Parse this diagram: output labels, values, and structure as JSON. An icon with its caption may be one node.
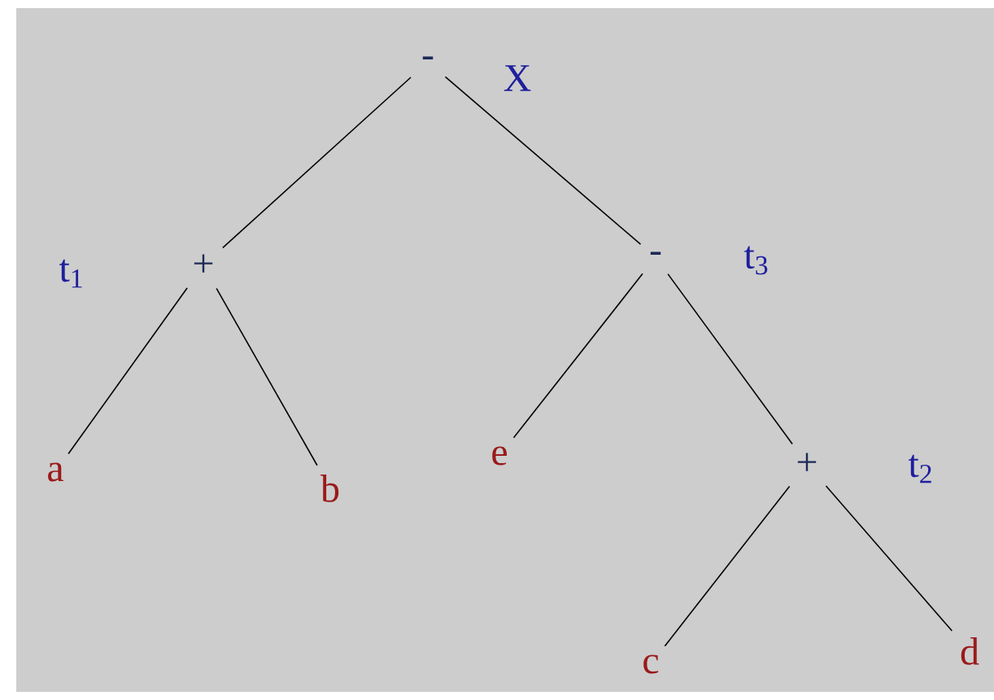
{
  "diagram": {
    "nodes": [
      {
        "text": [
          "-"
        ],
        "beside": [
          "X"
        ]
      },
      {
        "text": [
          "+"
        ],
        "beside": [
          "t$_{1}$"
        ]
      },
      {
        "text": [
          "-"
        ],
        "beside": [
          "t$_{3}$"
        ]
      },
      {
        "text": [
          "a"
        ]
      },
      {
        "text": [
          "b"
        ]
      },
      {
        "text": [
          "e"
        ]
      },
      {
        "text": [
          "+"
        ],
        "beside": [
          "t$_{2}$"
        ]
      },
      {
        "text": [
          "c"
        ]
      },
      {
        "text": [
          "d"
        ]
      }
    ],
    "edges": [
      {
        "from": 0,
        "to": 1,
        "arrow": "none"
      },
      {
        "from": 0,
        "to": 2,
        "arrow": "none"
      },
      {
        "from": 1,
        "to": 3,
        "arrow": "none"
      },
      {
        "from": 1,
        "to": 4,
        "arrow": "none"
      },
      {
        "from": 2,
        "to": 5,
        "arrow": "none"
      },
      {
        "from": 2,
        "to": 6,
        "arrow": "none"
      },
      {
        "from": 6,
        "to": 7,
        "arrow": "none"
      },
      {
        "from": 6,
        "to": 8,
        "arrow": "none"
      }
    ]
  }
}
